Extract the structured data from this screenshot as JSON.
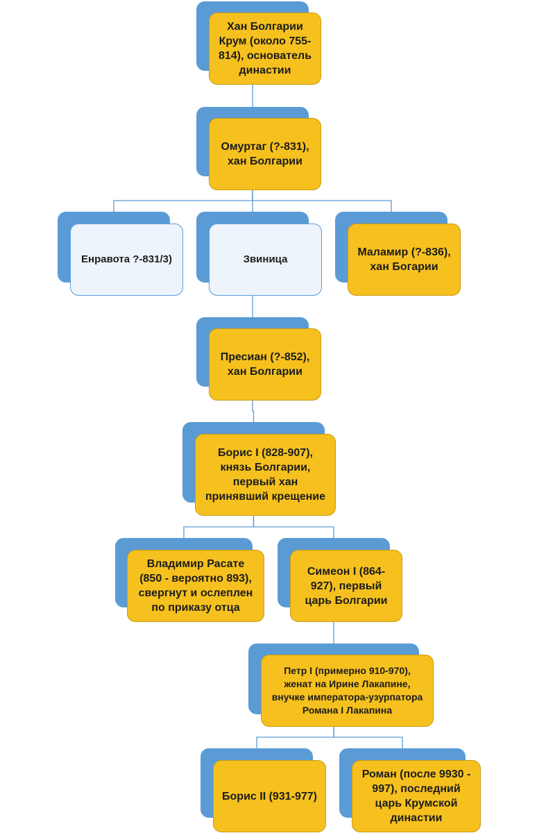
{
  "nodes": [
    {
      "id": "krum",
      "label": "Хан Болгарии Крум (около 755-814), основатель династии",
      "style": "gold"
    },
    {
      "id": "omurtag",
      "label": "Омуртаг (?-831), хан Болгарии",
      "style": "gold"
    },
    {
      "id": "enravota",
      "label": "Енравота ?-831/3)",
      "style": "pale"
    },
    {
      "id": "zvinitsa",
      "label": "Звиница",
      "style": "pale"
    },
    {
      "id": "malamir",
      "label": "Маламир (?-836), хан Богарии",
      "style": "gold"
    },
    {
      "id": "presian",
      "label": "Пресиан (?-852), хан Болгарии",
      "style": "gold"
    },
    {
      "id": "boris1",
      "label": "Борис I (828-907), князь Болгарии, первый хан принявший крещение",
      "style": "gold"
    },
    {
      "id": "vladimir",
      "label": "Владимир Расате (850 - вероятно 893), свергнут и ослеплен по приказу отца",
      "style": "gold"
    },
    {
      "id": "simeon",
      "label": "Симеон I (864-927), первый царь Болгарии",
      "style": "gold"
    },
    {
      "id": "petr",
      "label": "Петр I (примерно 910-970), женат на Ирине Лакапине, внучке императора-узурпатора Романа I Лакапина",
      "style": "gold"
    },
    {
      "id": "boris2",
      "label": "Борис II (931-977)",
      "style": "gold"
    },
    {
      "id": "roman",
      "label": "Роман (после 9930 - 997), последний царь Крумской династии",
      "style": "gold"
    }
  ],
  "edges": [
    {
      "from": "krum",
      "to": "omurtag"
    },
    {
      "from": "omurtag",
      "to": "enravota"
    },
    {
      "from": "omurtag",
      "to": "zvinitsa"
    },
    {
      "from": "omurtag",
      "to": "malamir"
    },
    {
      "from": "zvinitsa",
      "to": "presian"
    },
    {
      "from": "presian",
      "to": "boris1"
    },
    {
      "from": "boris1",
      "to": "vladimir"
    },
    {
      "from": "boris1",
      "to": "simeon"
    },
    {
      "from": "simeon",
      "to": "petr"
    },
    {
      "from": "petr",
      "to": "boris2"
    },
    {
      "from": "petr",
      "to": "roman"
    }
  ],
  "colors": {
    "blue": "#5b9bd5",
    "gold": "#f6c11e",
    "pale": "#eef4fb",
    "line": "#5b9bd5"
  }
}
